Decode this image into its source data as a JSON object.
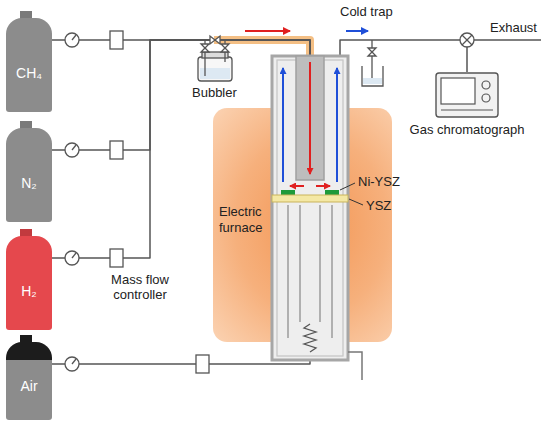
{
  "diagram": {
    "nodes": [
      {
        "text": [
          "CH₄"
        ]
      },
      {
        "text": [
          "N₂"
        ]
      },
      {
        "text": [
          "H₂"
        ]
      },
      {
        "text": [
          "Air"
        ]
      },
      {
        "text": [
          "Electric furnace"
        ]
      },
      {
        "text": [
          "Gas chromatograph"
        ]
      }
    ],
    "edges": [
      {
        "from": 0,
        "to": 4,
        "arrow": "none"
      },
      {
        "from": 1,
        "to": 4,
        "arrow": "none"
      },
      {
        "from": 2,
        "to": 4,
        "arrow": "none"
      },
      {
        "from": 3,
        "to": 4,
        "arrow": "none"
      },
      {
        "from": 4,
        "to": 5,
        "arrow": "none"
      }
    ],
    "labels": [
      "Mass flow controller",
      "Bubbler",
      "Cold trap",
      "Exhaust",
      "Ni-YSZ",
      "YSZ"
    ]
  }
}
